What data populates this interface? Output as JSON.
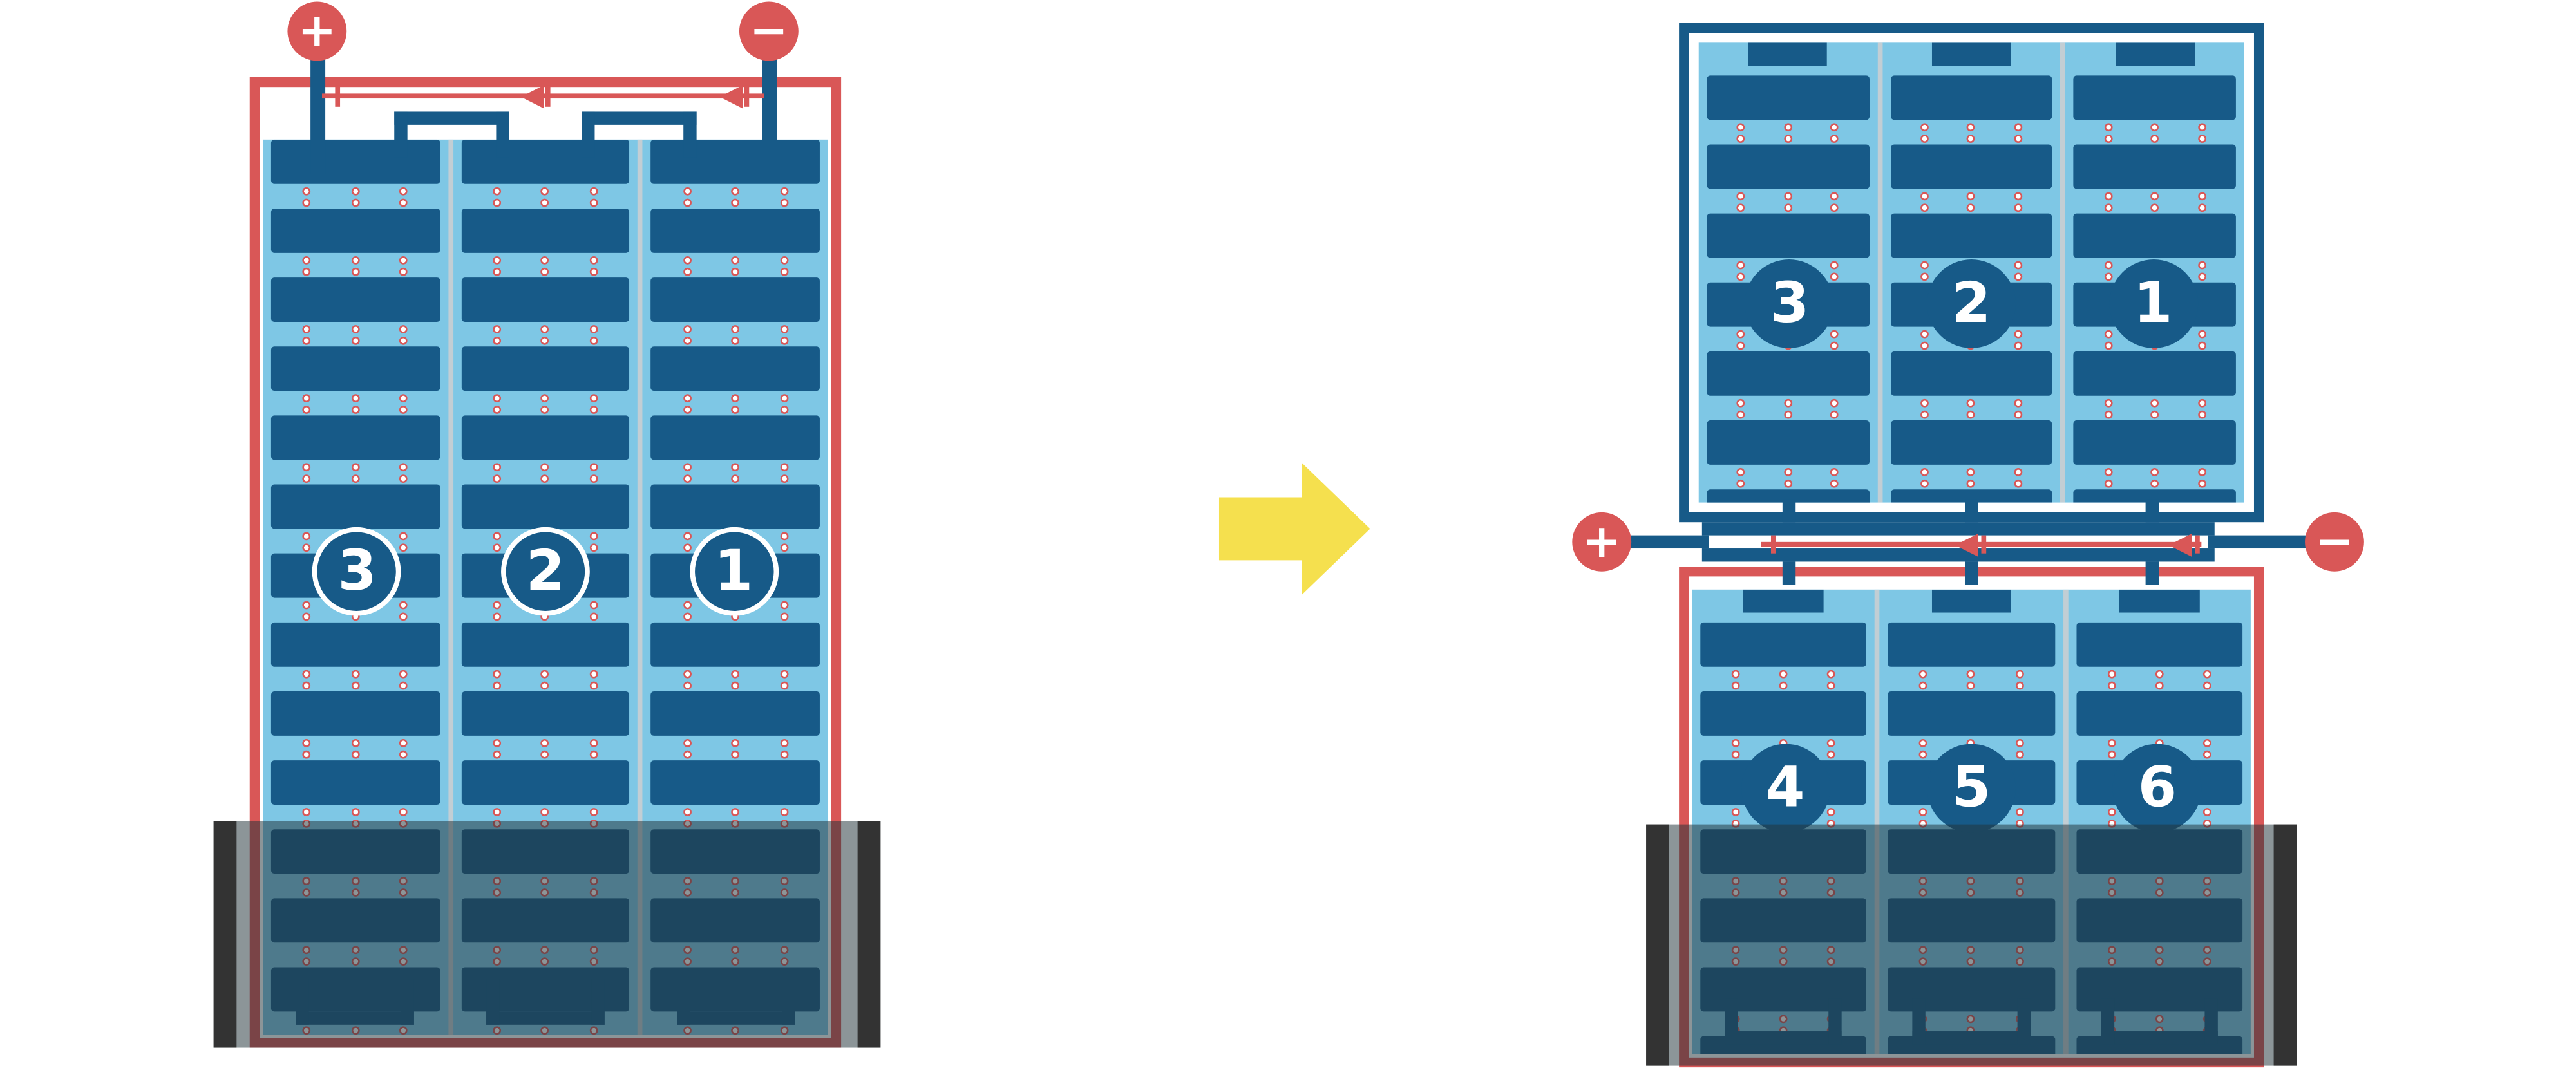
{
  "colors": {
    "navy": "#175a88",
    "sky": "#7ec7e5",
    "red": "#d95757",
    "yellow": "#f5e04e",
    "divider": "#c2ced4",
    "shade": "rgba(35,52,58,0.52)",
    "shadebar": "#333333"
  },
  "terminals": {
    "plus": "+",
    "minus": "−"
  },
  "left_module": {
    "strings": [
      "3",
      "2",
      "1"
    ]
  },
  "right_module": {
    "top_strings": [
      "3",
      "2",
      "1"
    ],
    "bottom_strings": [
      "4",
      "5",
      "6"
    ]
  },
  "structure": {
    "strings_per_module": 3,
    "left_rows": 13,
    "right_top_rows": 7,
    "right_bottom_rows": 7
  }
}
